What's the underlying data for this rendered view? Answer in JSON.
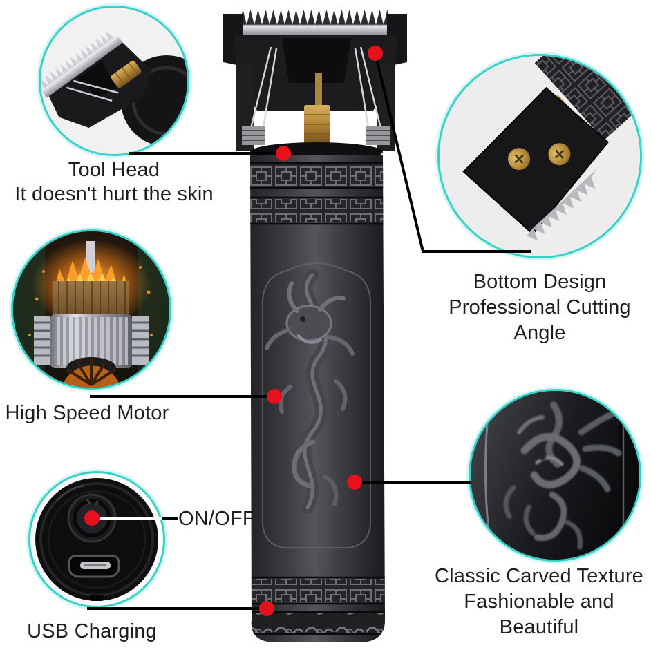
{
  "theme": {
    "background": "#ffffff",
    "accent_ring": "#38d1c8",
    "callout_dot": "#e5121d",
    "line_color": "#000000",
    "text_color": "#1d1d1f",
    "brass_accent": "#b18436",
    "glow_orange": "#ff9e2a"
  },
  "callouts": {
    "tool_head": {
      "title": "Tool Head",
      "subtitle": "It doesn't hurt the skin"
    },
    "high_speed_motor": {
      "label": "High Speed Motor"
    },
    "on_off": {
      "label": "ON/OFF"
    },
    "usb_charging": {
      "label": "USB Charging"
    },
    "bottom_design": {
      "title": "Bottom Design",
      "subtitle": "Professional Cutting Angle"
    },
    "carved_texture": {
      "title": "Classic Carved Texture",
      "subtitle": "Fashionable and Beautiful"
    }
  }
}
